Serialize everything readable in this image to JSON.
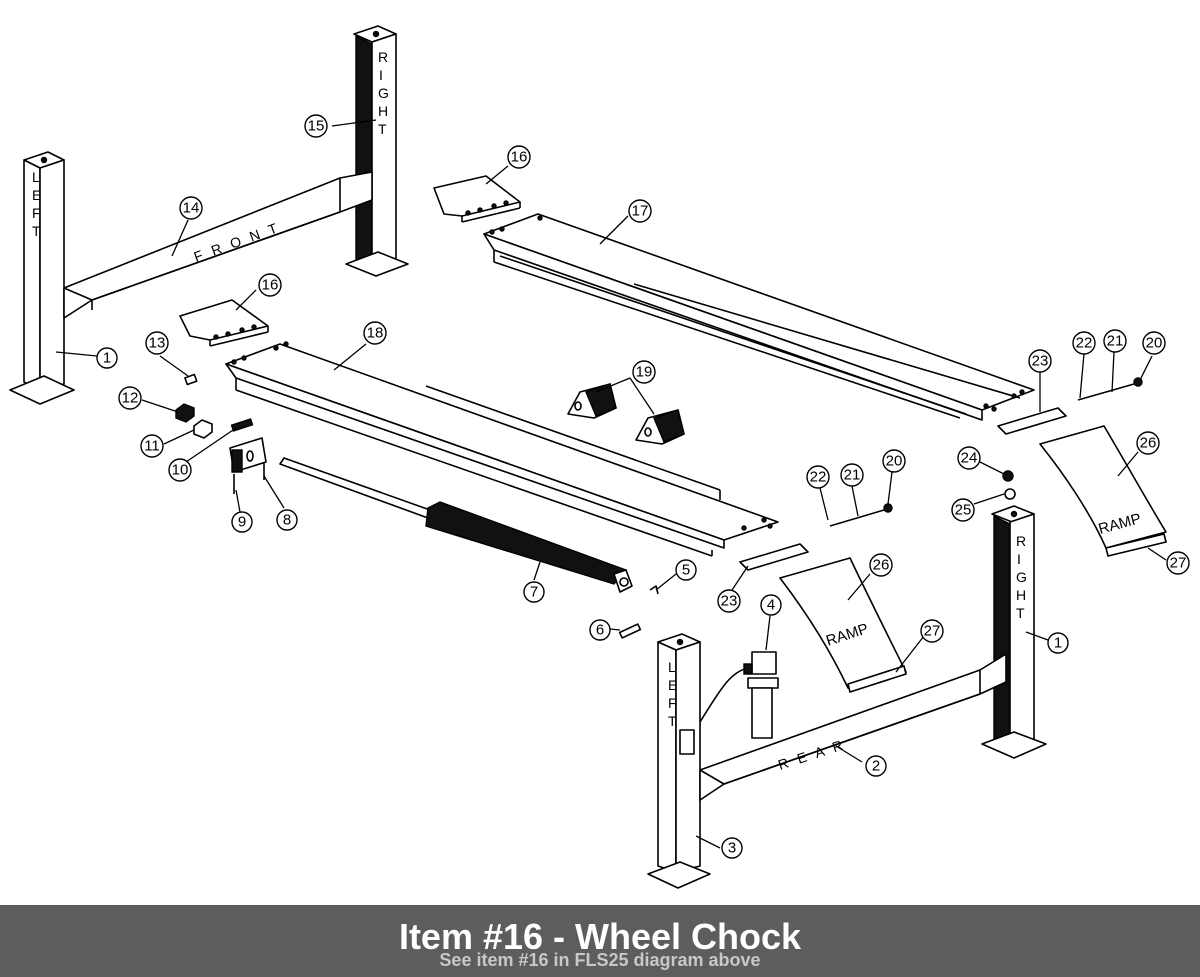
{
  "caption": {
    "title": "Item #16 - Wheel Chock",
    "subtitle": "See item #16 in FLS25 diagram above"
  },
  "labels": {
    "left": [
      "L",
      "E",
      "F",
      "T"
    ],
    "right": [
      "R",
      "I",
      "G",
      "H",
      "T"
    ],
    "front": "F R O N T",
    "rear": "R E A R",
    "ramp": "RAMP"
  },
  "callouts": {
    "c1a": "1",
    "c1b": "1",
    "c2": "2",
    "c3": "3",
    "c4": "4",
    "c5": "5",
    "c6": "6",
    "c7": "7",
    "c8": "8",
    "c9": "9",
    "c10": "10",
    "c11": "11",
    "c12": "12",
    "c13": "13",
    "c14": "14",
    "c15": "15",
    "c16a": "16",
    "c16b": "16",
    "c17": "17",
    "c18": "18",
    "c19": "19",
    "c20a": "20",
    "c20b": "20",
    "c21a": "21",
    "c21b": "21",
    "c22a": "22",
    "c22b": "22",
    "c23a": "23",
    "c23b": "23",
    "c24": "24",
    "c25": "25",
    "c26a": "26",
    "c26b": "26",
    "c27a": "27",
    "c27b": "27"
  }
}
